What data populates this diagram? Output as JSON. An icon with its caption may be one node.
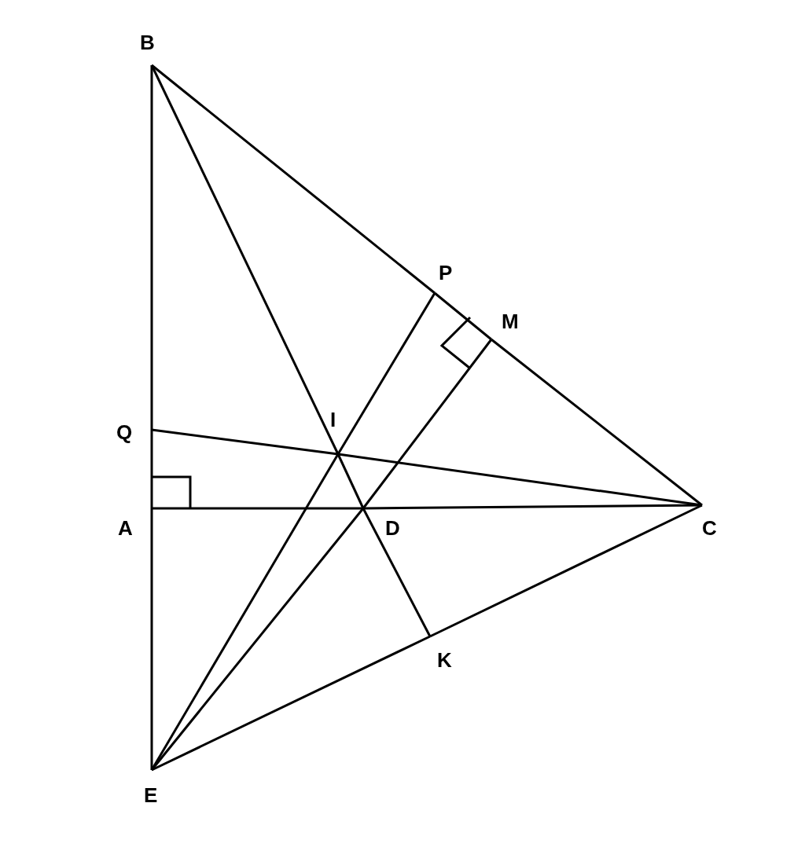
{
  "diagram": {
    "nodes": [
      {
        "text": [
          "B"
        ]
      },
      {
        "text": [
          "P"
        ]
      },
      {
        "text": [
          "M"
        ]
      },
      {
        "text": [
          "I"
        ]
      },
      {
        "text": [
          "Q"
        ]
      },
      {
        "text": [
          "A"
        ]
      },
      {
        "text": [
          "D"
        ]
      },
      {
        "text": [
          "C"
        ]
      },
      {
        "text": [
          "K"
        ]
      },
      {
        "text": [
          "E"
        ]
      }
    ],
    "edges": [
      {
        "from": 0,
        "to": 4,
        "arrow": "none"
      },
      {
        "from": 4,
        "to": 5,
        "arrow": "none"
      },
      {
        "from": 5,
        "to": 9,
        "arrow": "none"
      },
      {
        "from": 0,
        "to": 1,
        "arrow": "none"
      },
      {
        "from": 1,
        "to": 2,
        "arrow": "none"
      },
      {
        "from": 2,
        "to": 7,
        "arrow": "none"
      },
      {
        "from": 9,
        "to": 8,
        "arrow": "none"
      },
      {
        "from": 8,
        "to": 7,
        "arrow": "none"
      },
      {
        "from": 5,
        "to": 6,
        "arrow": "none"
      },
      {
        "from": 6,
        "to": 7,
        "arrow": "none"
      },
      {
        "from": 0,
        "to": 3,
        "arrow": "none"
      },
      {
        "from": 3,
        "to": 6,
        "arrow": "none"
      },
      {
        "from": 6,
        "to": 8,
        "arrow": "none"
      },
      {
        "from": 4,
        "to": 3,
        "arrow": "none"
      },
      {
        "from": 3,
        "to": 7,
        "arrow": "none"
      },
      {
        "from": 9,
        "to": 3,
        "arrow": "none"
      },
      {
        "from": 3,
        "to": 1,
        "arrow": "none"
      },
      {
        "from": 9,
        "to": 6,
        "arrow": "none"
      },
      {
        "from": 6,
        "to": 2,
        "arrow": "none"
      }
    ]
  }
}
